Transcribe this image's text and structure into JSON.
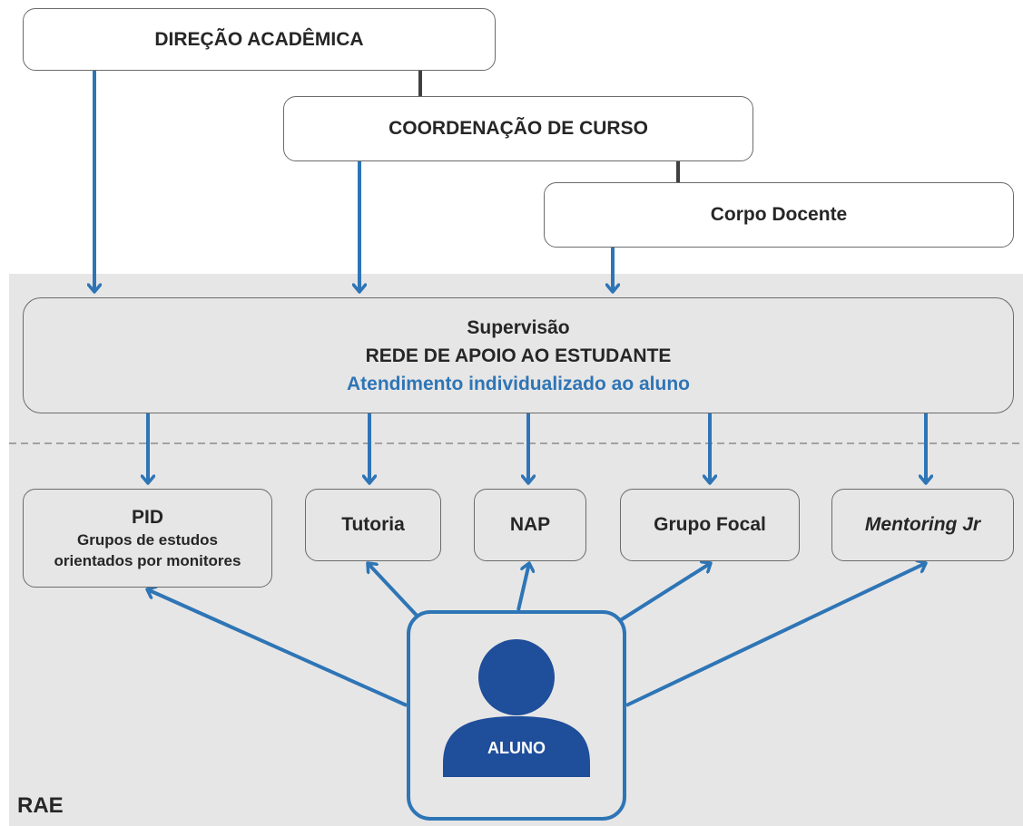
{
  "levels": {
    "direcao": "DIREÇÃO ACADÊMICA",
    "coordenacao": "COORDENAÇÃO DE CURSO",
    "corpo_docente": "Corpo Docente"
  },
  "supervisao": {
    "line1": "Supervisão",
    "line2": "REDE DE APOIO AO ESTUDANTE",
    "line3": "Atendimento individualizado ao aluno"
  },
  "programs": {
    "pid_title": "PID",
    "pid_desc_1": "Grupos de estudos",
    "pid_desc_2": "orientados por monitores",
    "tutoria": "Tutoria",
    "nap": "NAP",
    "grupo_focal": "Grupo Focal",
    "mentoring": "Mentoring Jr"
  },
  "aluno": "ALUNO",
  "region_label": "RAE",
  "colors": {
    "accent_blue": "#2e75b6",
    "person_fill": "#1f4e9a",
    "region_bg": "#e7e6e6"
  }
}
